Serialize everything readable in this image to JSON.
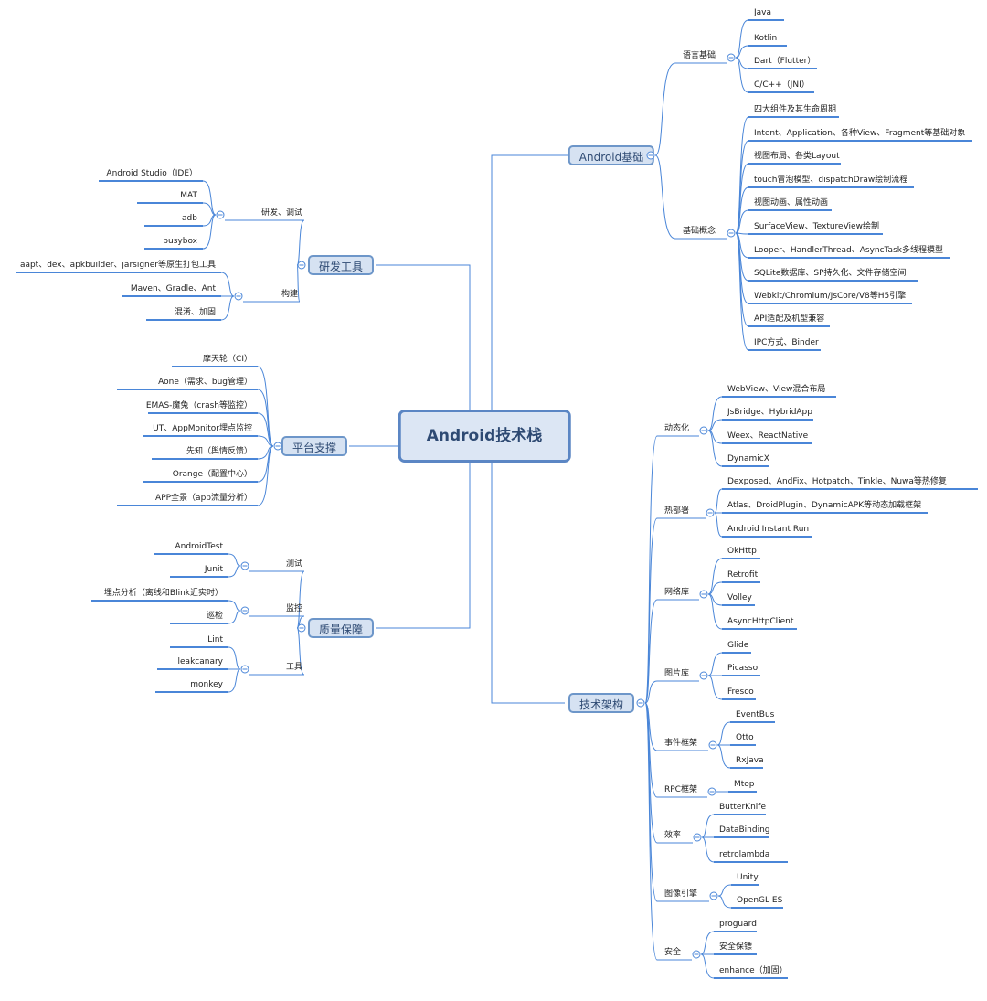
{
  "title": "Android技术栈",
  "branches": [
    {
      "id": "b-android-basics",
      "label": "Android基础",
      "side": "right",
      "children": [
        {
          "label": "语言基础",
          "items": [
            "Java",
            "Kotlin",
            "Dart（Flutter）",
            "C/C++（JNI）"
          ]
        },
        {
          "label": "基础概念",
          "items": [
            "四大组件及其生命周期",
            "Intent、Application、各种View、Fragment等基础对象",
            "视图布局、各类Layout",
            "touch冒泡模型、dispatchDraw绘制流程",
            "视图动画、属性动画",
            "SurfaceView、TextureView绘制",
            "Looper、HandlerThread、AsyncTask多线程模型",
            "SQLite数据库、SP持久化、文件存储空间",
            "Webkit/Chromium/JsCore/V8等H5引擎",
            "API适配及机型兼容",
            "IPC方式、Binder"
          ]
        }
      ]
    },
    {
      "id": "b-tech-arch",
      "label": "技术架构",
      "side": "right",
      "children": [
        {
          "label": "动态化",
          "items": [
            "WebView、View混合布局",
            "JsBridge、HybridApp",
            "Weex、ReactNative",
            "DynamicX"
          ]
        },
        {
          "label": "热部署",
          "items": [
            "Dexposed、AndFix、Hotpatch、Tinkle、Nuwa等热修复",
            "Atlas、DroidPlugin、DynamicAPK等动态加载框架",
            "Android Instant Run"
          ]
        },
        {
          "label": "网络库",
          "items": [
            "OkHttp",
            "Retrofit",
            "Volley",
            "AsyncHttpClient"
          ]
        },
        {
          "label": "图片库",
          "items": [
            "Glide",
            "Picasso",
            "Fresco"
          ]
        },
        {
          "label": "事件框架",
          "items": [
            "EventBus",
            "Otto",
            "RxJava"
          ]
        },
        {
          "label": "RPC框架",
          "items": [
            "Mtop"
          ]
        },
        {
          "label": "效率",
          "items": [
            "ButterKnife",
            "DataBinding",
            "retrolambda"
          ]
        },
        {
          "label": "图像引擎",
          "items": [
            "Unity",
            "OpenGL ES"
          ]
        },
        {
          "label": "安全",
          "items": [
            "proguard",
            "安全保镖",
            "enhance（加固）"
          ]
        }
      ]
    },
    {
      "id": "b-dev-tools",
      "label": "研发工具",
      "side": "left",
      "children": [
        {
          "label": "研发、调试",
          "items": [
            "Android Studio（IDE）",
            "MAT",
            "adb",
            "busybox"
          ]
        },
        {
          "label": "构建",
          "items": [
            "aapt、dex、apkbuilder、jarsigner等原生打包工具",
            "Maven、Gradle、Ant",
            "混淆、加固"
          ]
        }
      ]
    },
    {
      "id": "b-platform",
      "label": "平台支撑",
      "side": "left",
      "children": [
        {
          "label": "",
          "items": [
            "摩天轮（CI）",
            "Aone（需求、bug管理）",
            "EMAS-魔兔（crash等监控）",
            "UT、AppMonitor埋点监控",
            "先知（舆情反馈）",
            "Orange（配置中心）",
            "APP全景（app流量分析）"
          ]
        }
      ]
    },
    {
      "id": "b-quality",
      "label": "质量保障",
      "side": "left",
      "children": [
        {
          "label": "测试",
          "items": [
            "AndroidTest",
            "Junit"
          ]
        },
        {
          "label": "监控",
          "items": [
            "埋点分析（离线和Blink近实时）",
            "巡检"
          ]
        },
        {
          "label": "工具",
          "items": [
            "Lint",
            "leakcanary",
            "monkey"
          ]
        }
      ]
    }
  ],
  "colors": {
    "line": "#4a86d8",
    "underline": "#4a86d8",
    "node_fill": "#d6e2f2",
    "node_border": "#6d96c9",
    "text": "#222222"
  }
}
